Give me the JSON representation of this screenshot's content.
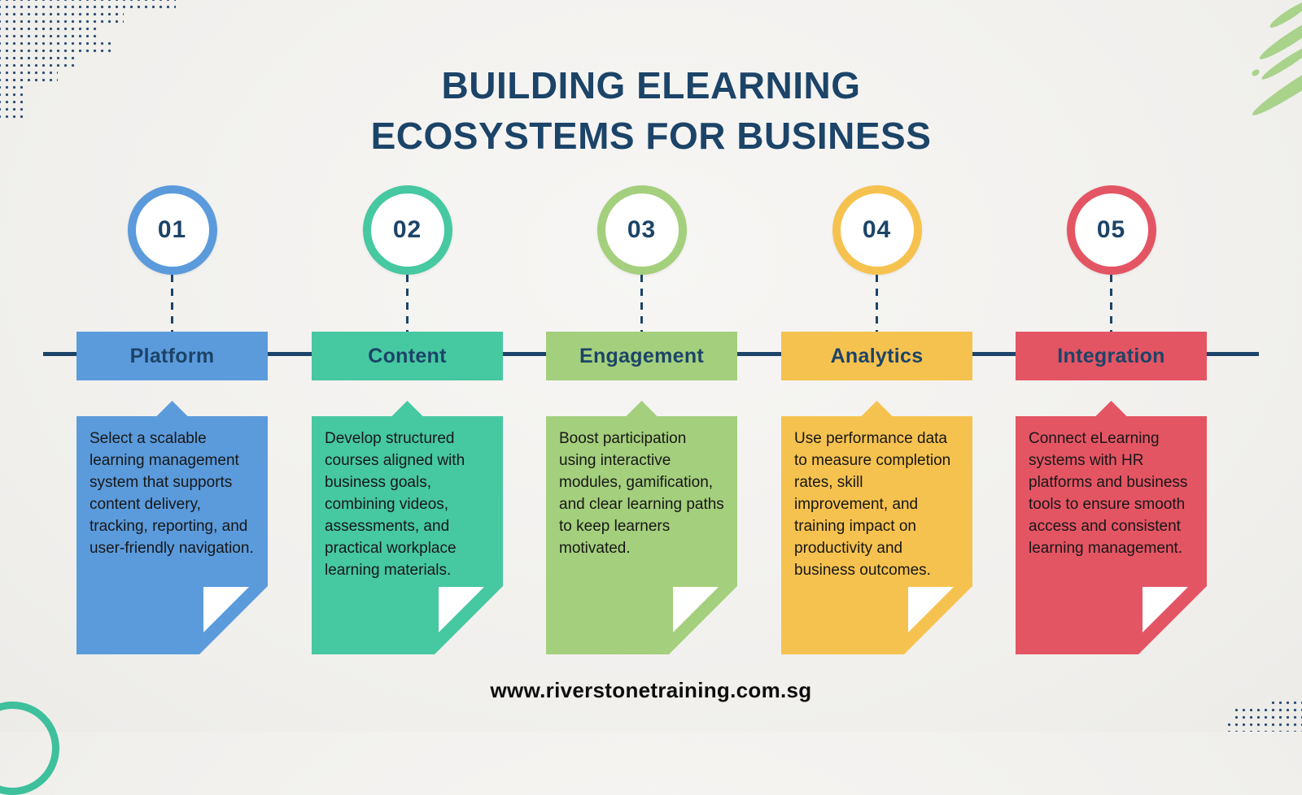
{
  "title": {
    "line1": "BUILDING ELEARNING",
    "line2": "ECOSYSTEMS FOR BUSINESS"
  },
  "steps": [
    {
      "number": "01",
      "label": "Platform",
      "color": "#5B9BDC",
      "description": "Select a scalable learning management system that supports content delivery, tracking, reporting, and user-friendly navigation."
    },
    {
      "number": "02",
      "label": "Content",
      "color": "#46C8A1",
      "description": "Develop structured courses aligned with business goals, combining videos, assessments, and practical workplace learning materials."
    },
    {
      "number": "03",
      "label": "Engagement",
      "color": "#A4CF7D",
      "description": "Boost participation using interactive modules, gamification, and clear learning paths to keep learners motivated."
    },
    {
      "number": "04",
      "label": "Analytics",
      "color": "#F6C24F",
      "description": "Use performance data to measure completion rates, skill improvement, and training impact on productivity and business outcomes."
    },
    {
      "number": "05",
      "label": "Integration",
      "color": "#E45564",
      "description": "Connect eLearning systems with HR platforms and business tools to ensure smooth access and consistent learning management."
    }
  ],
  "footer": {
    "url": "www.riverstonetraining.com.sg"
  },
  "colors": {
    "background": "#F2F1EE",
    "navy": "#1C4468",
    "text": "#171717",
    "dots": "#2E4E72",
    "strokes": "#A9D38B",
    "ring": "#3EC09C"
  }
}
